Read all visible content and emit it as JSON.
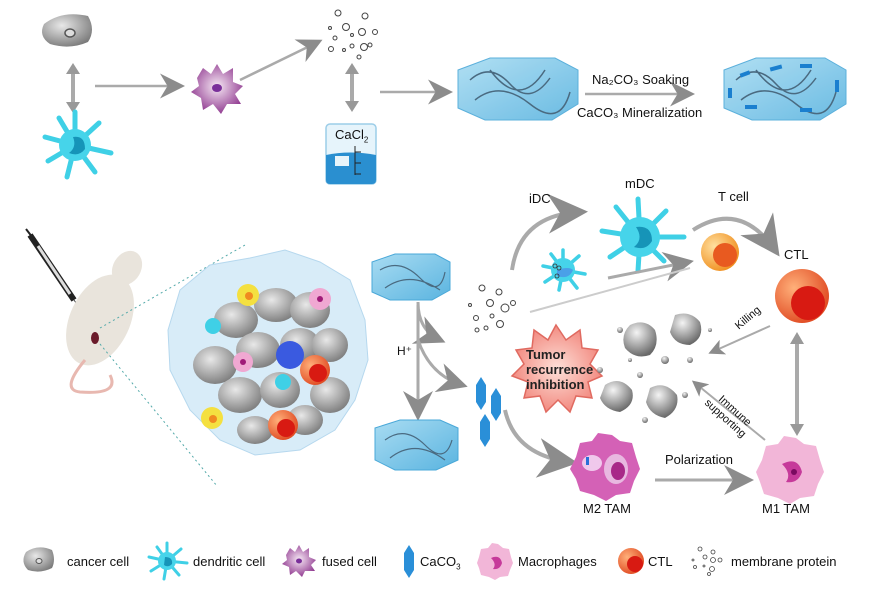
{
  "figure": {
    "top_panel": {
      "labels": {
        "cacl2": "CaCl",
        "cacl2_sub": "2",
        "soaking": "Na₂CO₃  Soaking",
        "mineralization": "CaCO₃ Mineralization"
      }
    },
    "bottom_panel": {
      "labels": {
        "h_plus": "H⁺",
        "idc": "iDC",
        "mdc": "mDC",
        "t_cell": "T cell",
        "ctl": "CTL",
        "killing": "Killing",
        "tumor_line1": "Tumor",
        "tumor_line2": "recurrence",
        "tumor_line3": "inhibition",
        "immune_line1": "Immune",
        "immune_line2": "supporting",
        "polarization": "Polarization",
        "m2_tam": "M2 TAM",
        "m1_tam": "M1 TAM"
      }
    },
    "legend": [
      {
        "icon": "cancer-cell-icon",
        "label": "cancer cell"
      },
      {
        "icon": "dendritic-cell-icon",
        "label": "dendritic cell"
      },
      {
        "icon": "fused-cell-icon",
        "label": "fused cell"
      },
      {
        "icon": "caco3-crystal-icon",
        "label": "CaCO",
        "sub": "3"
      },
      {
        "icon": "macrophage-icon",
        "label": "Macrophages"
      },
      {
        "icon": "ctl-icon",
        "label": "CTL"
      },
      {
        "icon": "membrane-protein-icon",
        "label": "membrane protein"
      }
    ],
    "colors": {
      "dendritic": "#3fd0e6",
      "fused": "#8e3a8e",
      "hydrogel": "#7fc6e8",
      "ctl": "#e8502a",
      "macrophage_m2": "#d45fb4",
      "macrophage_m1": "#f0b0d6",
      "cancer": "#9a9a9a",
      "arrow": "#9a9a9a",
      "burst": "#f48a80"
    }
  }
}
